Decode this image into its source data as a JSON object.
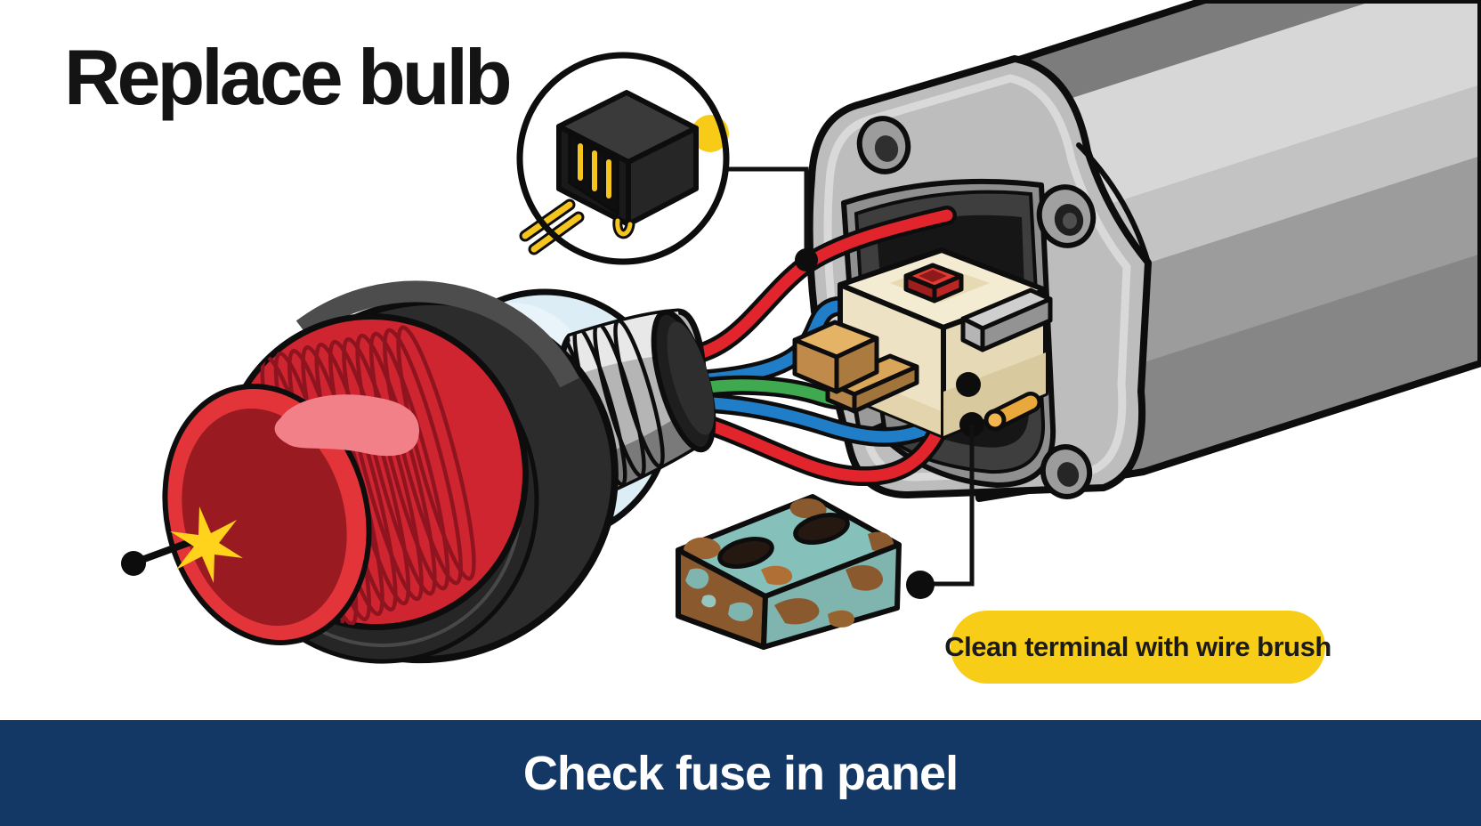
{
  "title": "Replace bulb",
  "callouts": {
    "terminal_label": "Clean terminal with wire brush"
  },
  "footer": {
    "text": "Check fuse in panel"
  },
  "colors": {
    "accent_yellow": "#f8cd17",
    "footer_navy": "#143866",
    "wire_red": "#e2252c",
    "wire_blue": "#1f7ec7",
    "wire_green": "#3fa94f",
    "lens_red_rim": "#e23439",
    "lens_red_face": "#9a1a22",
    "lens_highlight_pink": "#f28089",
    "glass_blue": "#dcedf6",
    "connector_cream": "#f3ead2",
    "terminal_tan": "#e5b366",
    "corrosion_teal": "#85c0ba",
    "rust_brown": "#8a5a2e",
    "housing_gray_light": "#d7d7d7",
    "housing_gray_mid": "#9c9c9c",
    "outline_black": "#0d0d0d",
    "pin_yellow": "#ffd21f"
  }
}
